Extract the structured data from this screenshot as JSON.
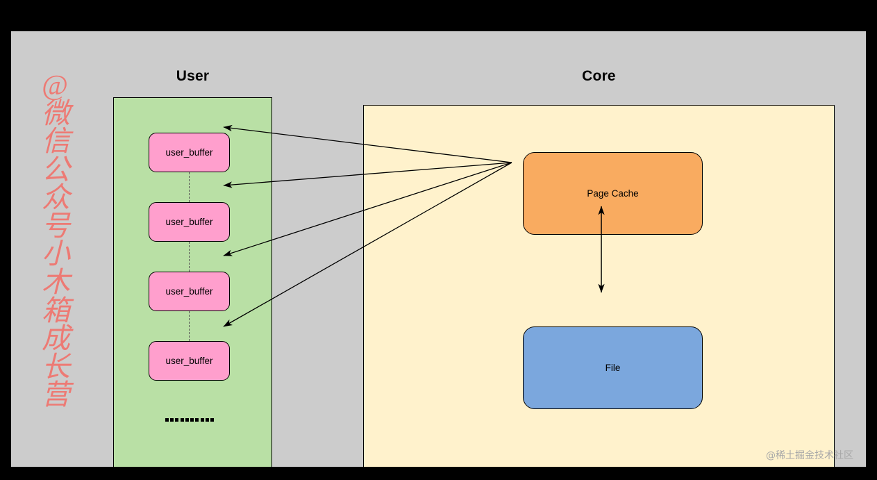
{
  "diagram": {
    "type": "block-diagram",
    "canvas_background": "#cccccc",
    "page_background": "#000000",
    "groups": [
      {
        "id": "user",
        "title": "User",
        "fill": "#b9e0a5",
        "stroke": "#000000"
      },
      {
        "id": "core",
        "title": "Core",
        "fill": "#fff2cc",
        "stroke": "#000000"
      }
    ],
    "nodes": {
      "user_buffers": [
        {
          "label": "user_buffer"
        },
        {
          "label": "user_buffer"
        },
        {
          "label": "user_buffer"
        },
        {
          "label": "user_buffer"
        }
      ],
      "page_cache": {
        "label": "Page Cache",
        "fill": "#f9ab60"
      },
      "file": {
        "label": "File",
        "fill": "#7ba7dd"
      },
      "user_buffer_fill": "#ff9fcd",
      "ellipsis": "··········",
      "ellipsis_dot_count": 10
    },
    "edges": [
      {
        "from": "page_cache",
        "to": "user_buffer_1",
        "style": "solid",
        "arrow": "single"
      },
      {
        "from": "page_cache",
        "to": "user_buffer_2",
        "style": "solid",
        "arrow": "single"
      },
      {
        "from": "page_cache",
        "to": "user_buffer_3",
        "style": "solid",
        "arrow": "single"
      },
      {
        "from": "page_cache",
        "to": "user_buffer_4",
        "style": "solid",
        "arrow": "single"
      },
      {
        "from": "page_cache",
        "to": "file",
        "style": "solid",
        "arrow": "double"
      },
      {
        "from": "user_buffer_1",
        "to": "user_buffer_2",
        "style": "dashed",
        "arrow": "none"
      },
      {
        "from": "user_buffer_2",
        "to": "user_buffer_3",
        "style": "dashed",
        "arrow": "none"
      },
      {
        "from": "user_buffer_3",
        "to": "user_buffer_4",
        "style": "dashed",
        "arrow": "none"
      }
    ]
  },
  "watermarks": {
    "left": "@微信公众号 小木箱成长营",
    "left_color": "#f26f68",
    "bottom_right": "@稀土掘金技术社区",
    "bottom_right_color": "#a8a8a8"
  }
}
